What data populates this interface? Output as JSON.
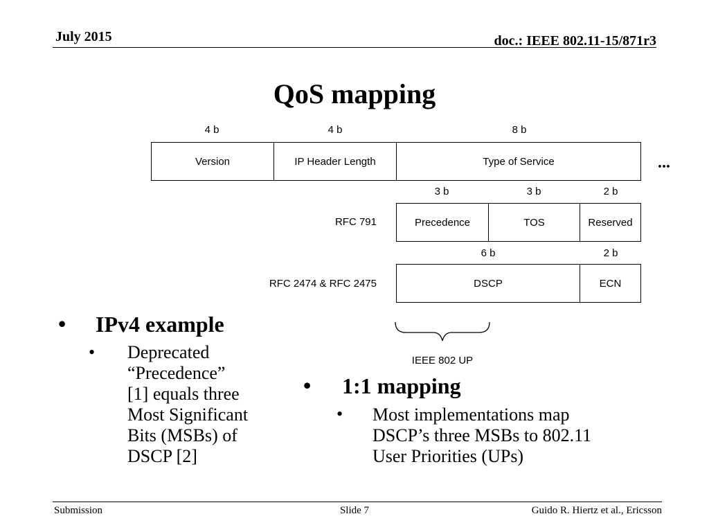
{
  "header": {
    "date": "July 2015",
    "doc": "doc.: IEEE 802.11-15/871r3"
  },
  "title": "QoS mapping",
  "diagram": {
    "header_bits": [
      "4 b",
      "4 b",
      "8 b"
    ],
    "header_fields": [
      "Version",
      "IP Header Length",
      "Type of Service"
    ],
    "ellipsis": "...",
    "rfc791": {
      "label": "RFC 791",
      "bits": [
        "3 b",
        "3 b",
        "2 b"
      ],
      "fields": [
        "Precedence",
        "TOS",
        "Reserved"
      ]
    },
    "rfc2474": {
      "label": "RFC 2474 & RFC 2475",
      "bits": [
        "6 b",
        "2 b"
      ],
      "fields": [
        "DSCP",
        "ECN"
      ]
    },
    "brace_label": "IEEE 802 UP"
  },
  "left_bullets": {
    "heading": "IPv4 example",
    "sub": [
      "Deprecated",
      "“Precedence”",
      "[1] equals three",
      "Most Significant",
      "Bits (MSBs) of",
      "DSCP [2]"
    ]
  },
  "right_bullets": {
    "heading": "1:1 mapping",
    "sub": [
      "Most implementations map",
      "DSCP’s three MSBs to 802.11",
      "User Priorities (UPs)"
    ]
  },
  "footer": {
    "left": "Submission",
    "center": "Slide 7",
    "right": "Guido R. Hiertz et al., Ericsson"
  }
}
